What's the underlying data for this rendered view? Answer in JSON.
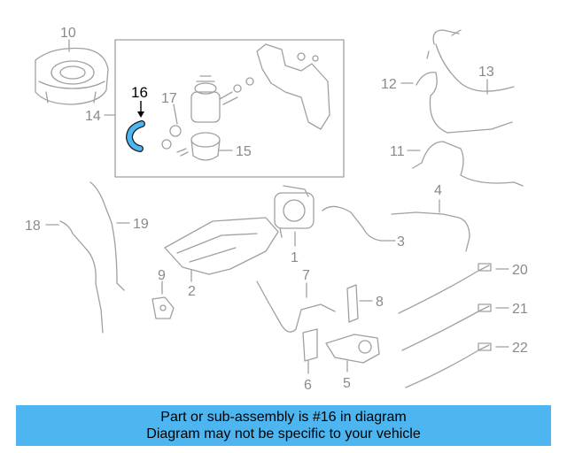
{
  "callouts": {
    "c1": "1",
    "c2": "2",
    "c3": "3",
    "c4": "4",
    "c5": "5",
    "c6": "6",
    "c7": "7",
    "c8": "8",
    "c9": "9",
    "c10": "10",
    "c11": "11",
    "c12": "12",
    "c13": "13",
    "c14": "14",
    "c15": "15",
    "c16": "16",
    "c17": "17",
    "c18": "18",
    "c19": "19",
    "c20": "20",
    "c21": "21",
    "c22": "22"
  },
  "highlight_part": "16",
  "colors": {
    "highlight": "#4db6f0",
    "line": "#a0a0a0",
    "label": "#8a8a8a",
    "banner": "#4db6f0"
  },
  "banner": {
    "line1": "Part or sub-assembly is #16 in diagram",
    "line2": "Diagram may not be specific to your vehicle"
  }
}
